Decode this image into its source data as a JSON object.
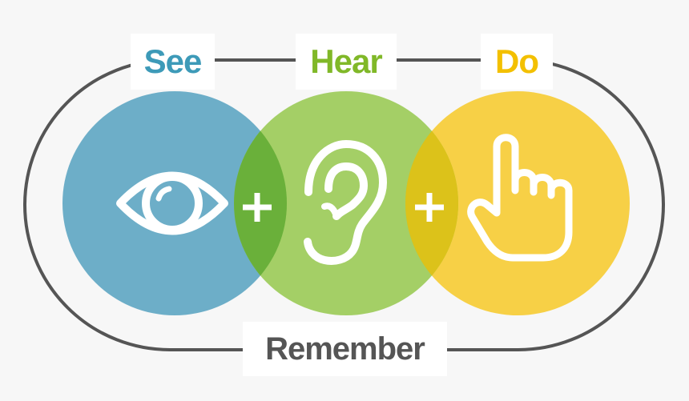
{
  "title": {
    "see": "See",
    "hear": "Hear",
    "do": "Do",
    "result": "Remember"
  },
  "operators": [
    "+",
    "+"
  ],
  "icons": {
    "see": "eye-icon",
    "hear": "ear-icon",
    "do": "pointing-hand-icon"
  },
  "colors": {
    "background": "#f7f7f7",
    "see": "#6daec8",
    "hear": "#99c952",
    "do": "#f7cd3c",
    "see_label": "#3d9ab8",
    "hear_label": "#80b828",
    "do_label": "#f3c000",
    "remember_label": "#555555",
    "loop": "#555555",
    "icon": "#ffffff"
  }
}
